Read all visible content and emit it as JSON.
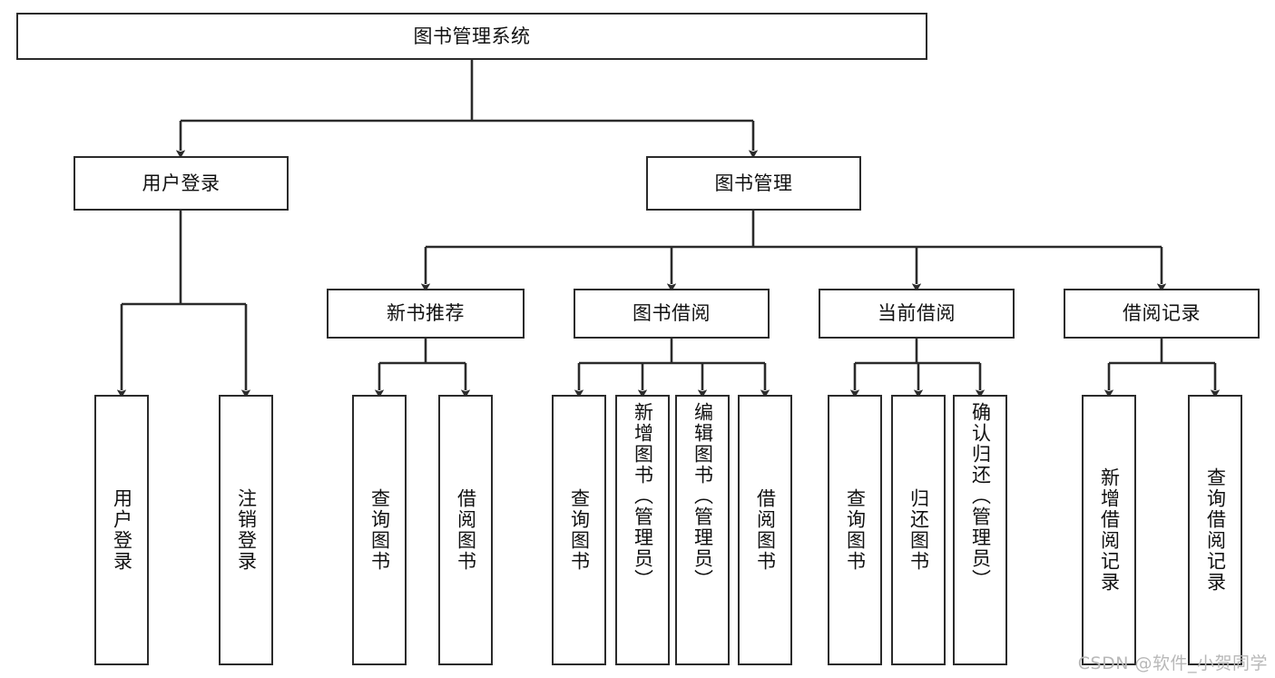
{
  "diagram": {
    "title": "图书管理系统",
    "type": "hierarchy-tree",
    "stroke_color": "#2b2b2b",
    "fill_color": "#ffffff",
    "text_color": "#111111",
    "watermark": "CSDN @软件_小贺同学",
    "nodes": {
      "root": {
        "label": "图书管理系统"
      },
      "level1": [
        {
          "key": "user_login",
          "label": "用户登录"
        },
        {
          "key": "book_manage",
          "label": "图书管理"
        }
      ],
      "level2": [
        {
          "key": "new_book_rec",
          "label": "新书推荐",
          "parent": "book_manage"
        },
        {
          "key": "book_borrow",
          "label": "图书借阅",
          "parent": "book_manage"
        },
        {
          "key": "current_borrow",
          "label": "当前借阅",
          "parent": "book_manage"
        },
        {
          "key": "borrow_record",
          "label": "借阅记录",
          "parent": "book_manage"
        }
      ],
      "leaves": [
        {
          "key": "leaf_user_login",
          "label": "用户登录",
          "parent": "user_login"
        },
        {
          "key": "leaf_user_logout",
          "label": "注销登录",
          "parent": "user_login"
        },
        {
          "key": "leaf_query_book_a",
          "label": "查询图书",
          "parent": "new_book_rec"
        },
        {
          "key": "leaf_borrow_book_a",
          "label": "借阅图书",
          "parent": "new_book_rec"
        },
        {
          "key": "leaf_query_book_b",
          "label": "查询图书",
          "parent": "book_borrow"
        },
        {
          "key": "leaf_add_book",
          "label": "新增图书（管理员）",
          "parent": "book_borrow"
        },
        {
          "key": "leaf_edit_book",
          "label": "编辑图书（管理员）",
          "parent": "book_borrow"
        },
        {
          "key": "leaf_borrow_book_b",
          "label": "借阅图书",
          "parent": "book_borrow"
        },
        {
          "key": "leaf_query_book_c",
          "label": "查询图书",
          "parent": "current_borrow"
        },
        {
          "key": "leaf_return_book",
          "label": "归还图书",
          "parent": "current_borrow"
        },
        {
          "key": "leaf_confirm_return",
          "label": "确认归还（管理员）",
          "parent": "current_borrow"
        },
        {
          "key": "leaf_add_record",
          "label": "新增借阅记录",
          "parent": "borrow_record"
        },
        {
          "key": "leaf_query_record",
          "label": "查询借阅记录",
          "parent": "borrow_record"
        }
      ]
    }
  }
}
